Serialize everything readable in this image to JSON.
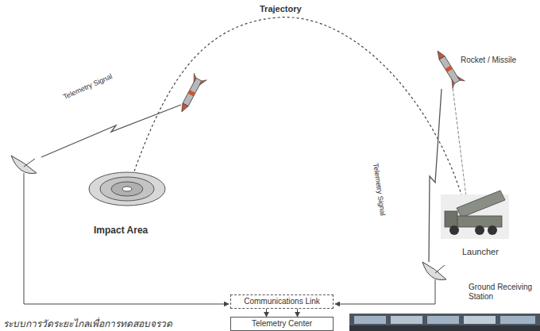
{
  "diagram": {
    "caption": "ระบบการวัดระยะไกลเพื่อการทดสอบจรวด",
    "nodes": [
      {
        "text": [
          "Communications Link"
        ]
      },
      {
        "text": [
          "Telemetry Center"
        ]
      }
    ],
    "edges": [
      {
        "from": 0,
        "to": 1,
        "arrow": "to"
      },
      {
        "from": 0,
        "to": 1,
        "arrow": "to"
      }
    ],
    "labels": [
      "Trajectory",
      "Telemetry Signal",
      "Rocket / Missile",
      "Telemetry Signal",
      "Impact Area",
      "Launcher",
      "Ground Receiving Station"
    ]
  }
}
